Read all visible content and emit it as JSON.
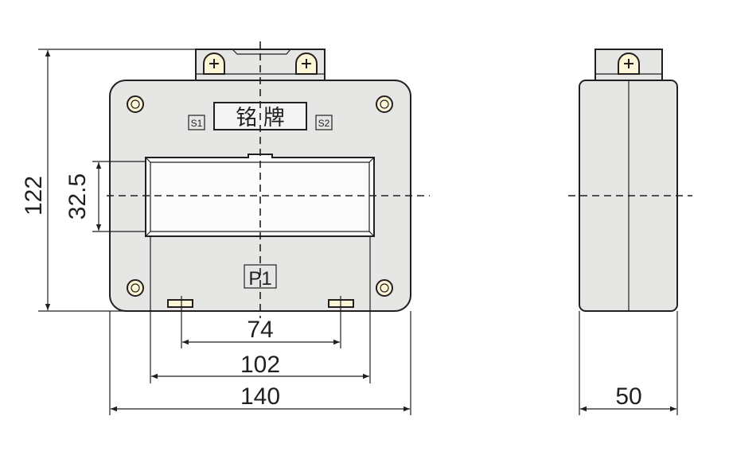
{
  "front_view": {
    "nameplate_label": "铭 牌",
    "terminal_s1": "S1",
    "terminal_s2": "S2",
    "terminal_p1": "P1"
  },
  "dimensions": {
    "height_total": "122",
    "window_height": "32.5",
    "mount_spacing": "74",
    "window_width": "102",
    "width_total": "140",
    "depth": "50"
  },
  "colors": {
    "body": "#e6e6e4",
    "terminal": "#fdf6d6",
    "line": "#231f20"
  }
}
